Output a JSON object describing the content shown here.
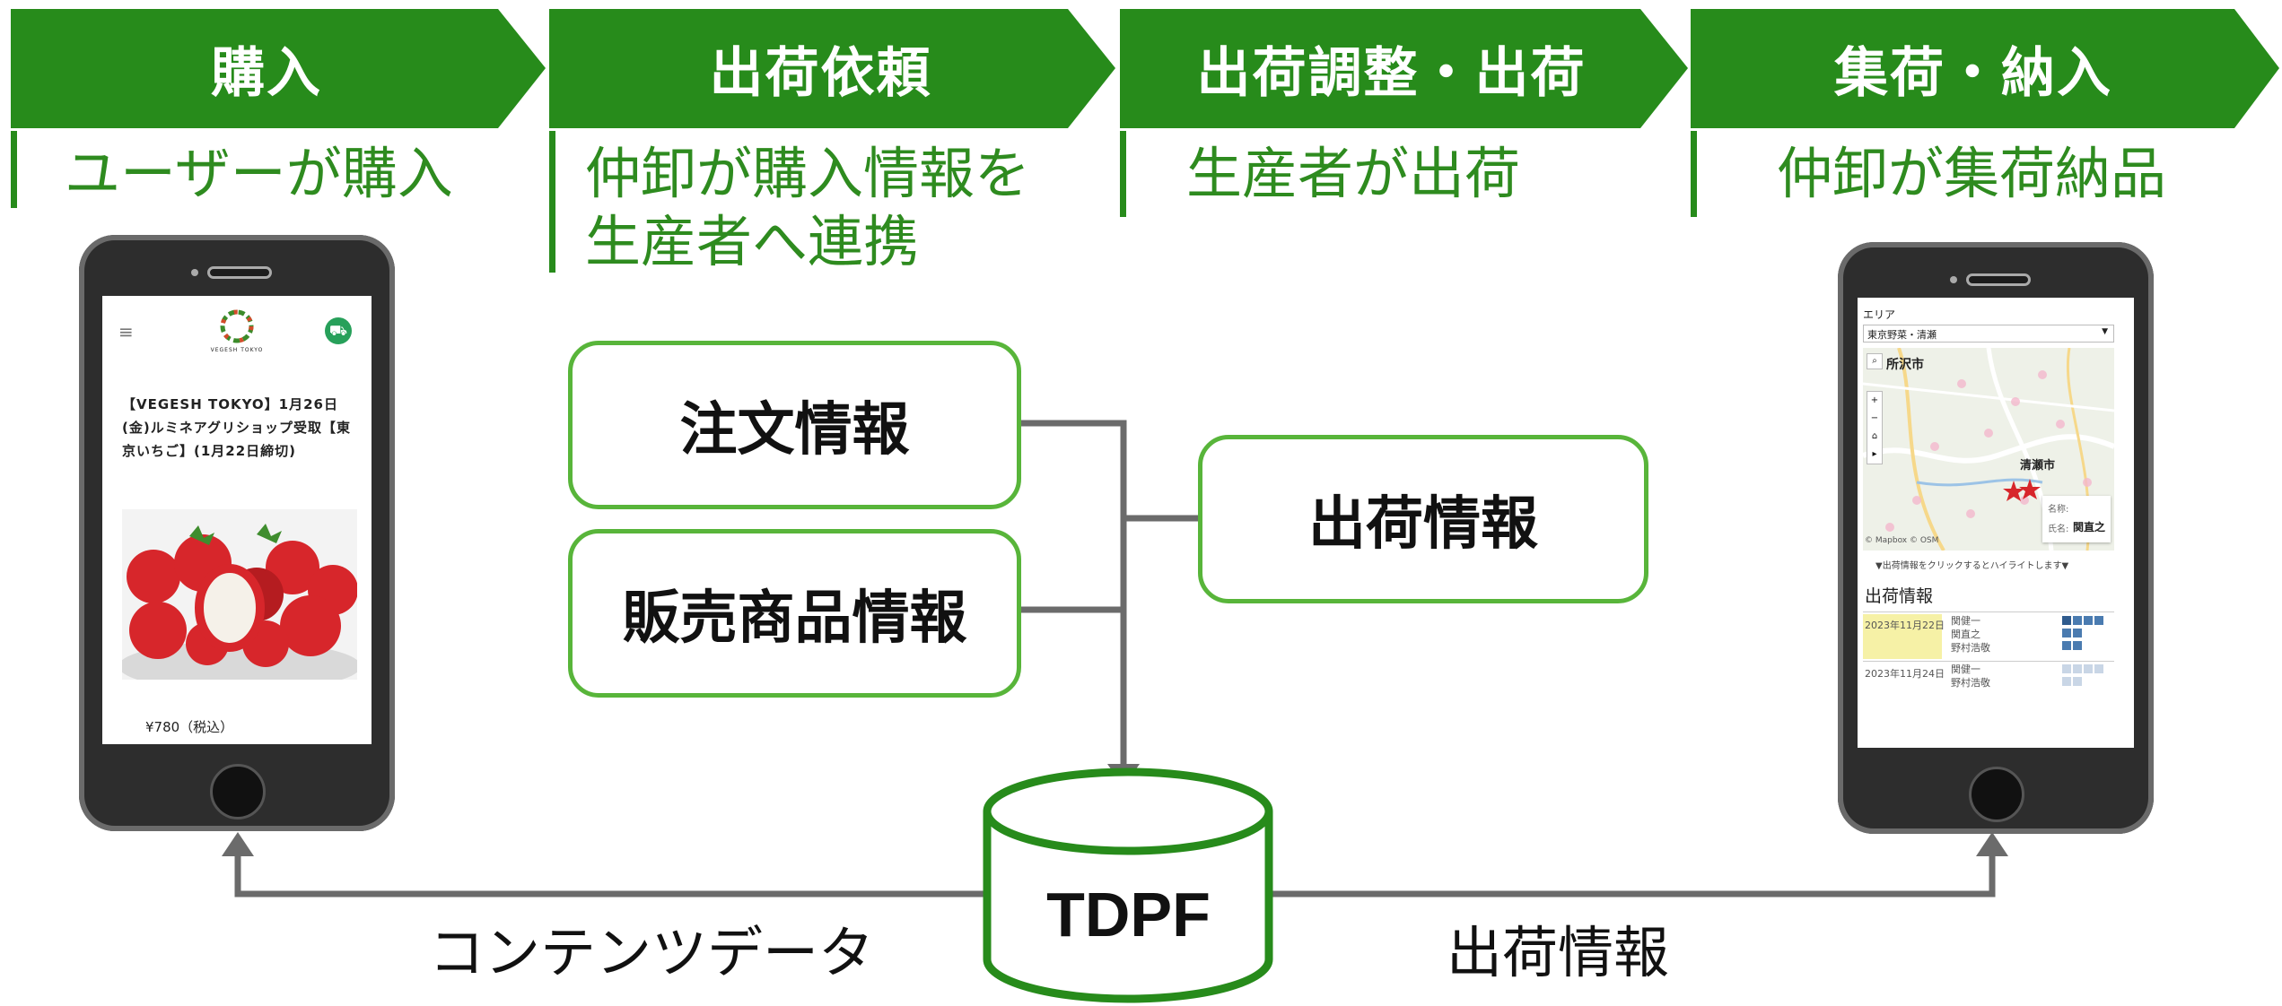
{
  "steps": [
    {
      "title": "購入",
      "desc": [
        "ユーザーが購入"
      ]
    },
    {
      "title": "出荷依頼",
      "desc": [
        "仲卸が購入情報を",
        "生産者へ連携"
      ]
    },
    {
      "title": "出荷調整・出荷",
      "desc": [
        "生産者が出荷"
      ]
    },
    {
      "title": "集荷・納入",
      "desc": [
        "仲卸が集荷納品"
      ]
    }
  ],
  "boxes": {
    "order": "注文情報",
    "products": "販売商品情報",
    "shipping": "出荷情報"
  },
  "database": "TDPF",
  "flows": {
    "content": "コンテンツデータ",
    "shipping": "出荷情報"
  },
  "phone_left": {
    "brand": "VEGESH TOKYO",
    "product_title": "【VEGESH TOKYO】1月26日(金)ルミネアグリショップ受取【東京いちご】(1月22日締切)",
    "price": "¥780（税込）",
    "menu_icon": "hamburger-icon",
    "cart_icon": "cart-icon"
  },
  "phone_right": {
    "area_label": "エリア",
    "area_value": "東京野菜・清瀬",
    "map": {
      "city1": "所沢市",
      "city2": "清瀬市",
      "attribution": "© Mapbox © OSM",
      "tooltip_k1": "名称:",
      "tooltip_k2": "氏名:",
      "tooltip_v2": "関直之"
    },
    "hint": "▼出荷情報をクリックするとハイライトします▼",
    "section_title": "出荷情報",
    "rows": [
      {
        "date": "2023年11月22日",
        "names": [
          "関健一",
          "関直之",
          "野村浩敬"
        ]
      },
      {
        "date": "2023年11月24日",
        "names": [
          "関健一",
          "野村浩敬"
        ]
      }
    ]
  },
  "colors": {
    "step_green": "#278b1b",
    "text_green": "#2e8b1f",
    "box_border": "#58b53a",
    "line_gray": "#6b6b6b"
  }
}
